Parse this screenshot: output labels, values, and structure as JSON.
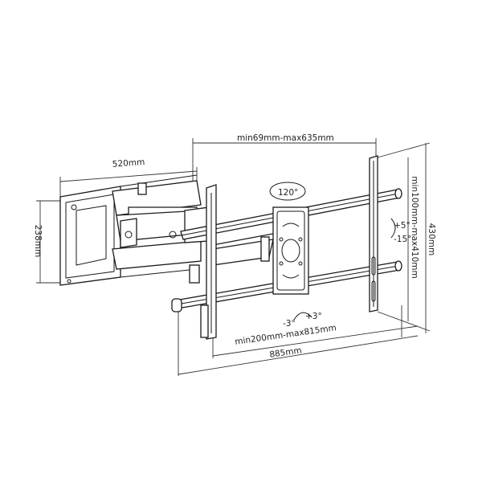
{
  "dimensions": {
    "wall_plate_depth": "520mm",
    "arm_extension": "min69mm-max635mm",
    "wall_plate_height": "238mm",
    "tv_rail_height": "430mm",
    "vesa_vertical": "min100mm-max410mm",
    "vesa_horizontal": "min200mm-max815mm",
    "overall_width": "885mm"
  },
  "angles": {
    "swivel": "120°",
    "tilt_up": "+5°",
    "tilt_down": "-15°",
    "level_minus": "-3°",
    "level_plus": "+3°"
  }
}
